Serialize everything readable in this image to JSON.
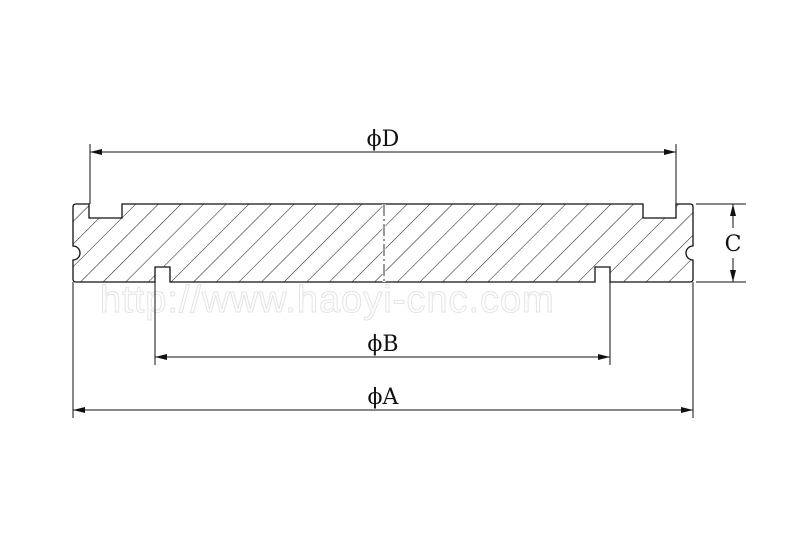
{
  "drawing": {
    "type": "flange ring cross-section",
    "dimensions": {
      "outer_diameter": "ϕA",
      "inner_groove_diameter": "ϕB",
      "thickness": "C",
      "top_groove_diameter": "ϕD"
    },
    "watermark": "http://www.haoyi-cnc.com",
    "colors": {
      "line": "#111111",
      "watermark": "#e4e4e4"
    }
  }
}
